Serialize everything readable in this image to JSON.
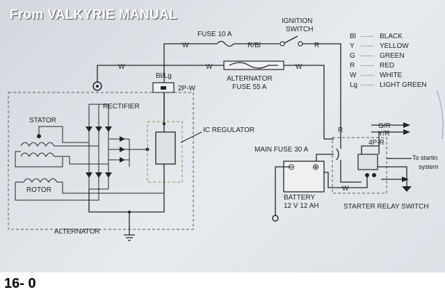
{
  "header": {
    "title": "From VALKYRIE MANUAL"
  },
  "footer": {
    "page_number": "16- 0"
  },
  "diagram": {
    "wire_labels": {
      "w_top": "W",
      "w_mid_left": "W",
      "w_mid_right": "W",
      "w_lower": "W",
      "rbl": "R/Bl",
      "r_top": "R",
      "r_vert": "R",
      "bllg": "Bl/Lg",
      "gr": "G/R",
      "yr": "Y/R"
    },
    "components": {
      "fuse10": "FUSE 10 A",
      "ignition_line1": "IGNITION",
      "ignition_line2": "SWITCH",
      "alt_fuse_line1": "ALTERNATOR",
      "alt_fuse_line2": "FUSE 55 A",
      "connector_2p": "2P-W",
      "rectifier": "RECTIFIER",
      "stator": "STATOR",
      "ic_regulator": "IC REGULATOR",
      "rotor": "ROTOR",
      "alternator": "ALTERNATOR",
      "main_fuse": "MAIN FUSE 30 A",
      "connector_4p": "4P-R",
      "battery_line1": "BATTERY",
      "battery_line2": "12 V 12 AH",
      "starter_relay": "STARTER RELAY SWITCH",
      "to_starting_line1": "To startin",
      "to_starting_line2": "system"
    },
    "legend": [
      {
        "code": "Bl",
        "dots": "······",
        "color": "BLACK"
      },
      {
        "code": "Y",
        "dots": "······",
        "color": "YELLOW"
      },
      {
        "code": "G",
        "dots": "······",
        "color": "GREEN"
      },
      {
        "code": "R",
        "dots": "······",
        "color": "RED"
      },
      {
        "code": "W",
        "dots": "······",
        "color": "WHITE"
      },
      {
        "code": "Lg",
        "dots": "······",
        "color": "LIGHT GREEN"
      }
    ]
  }
}
